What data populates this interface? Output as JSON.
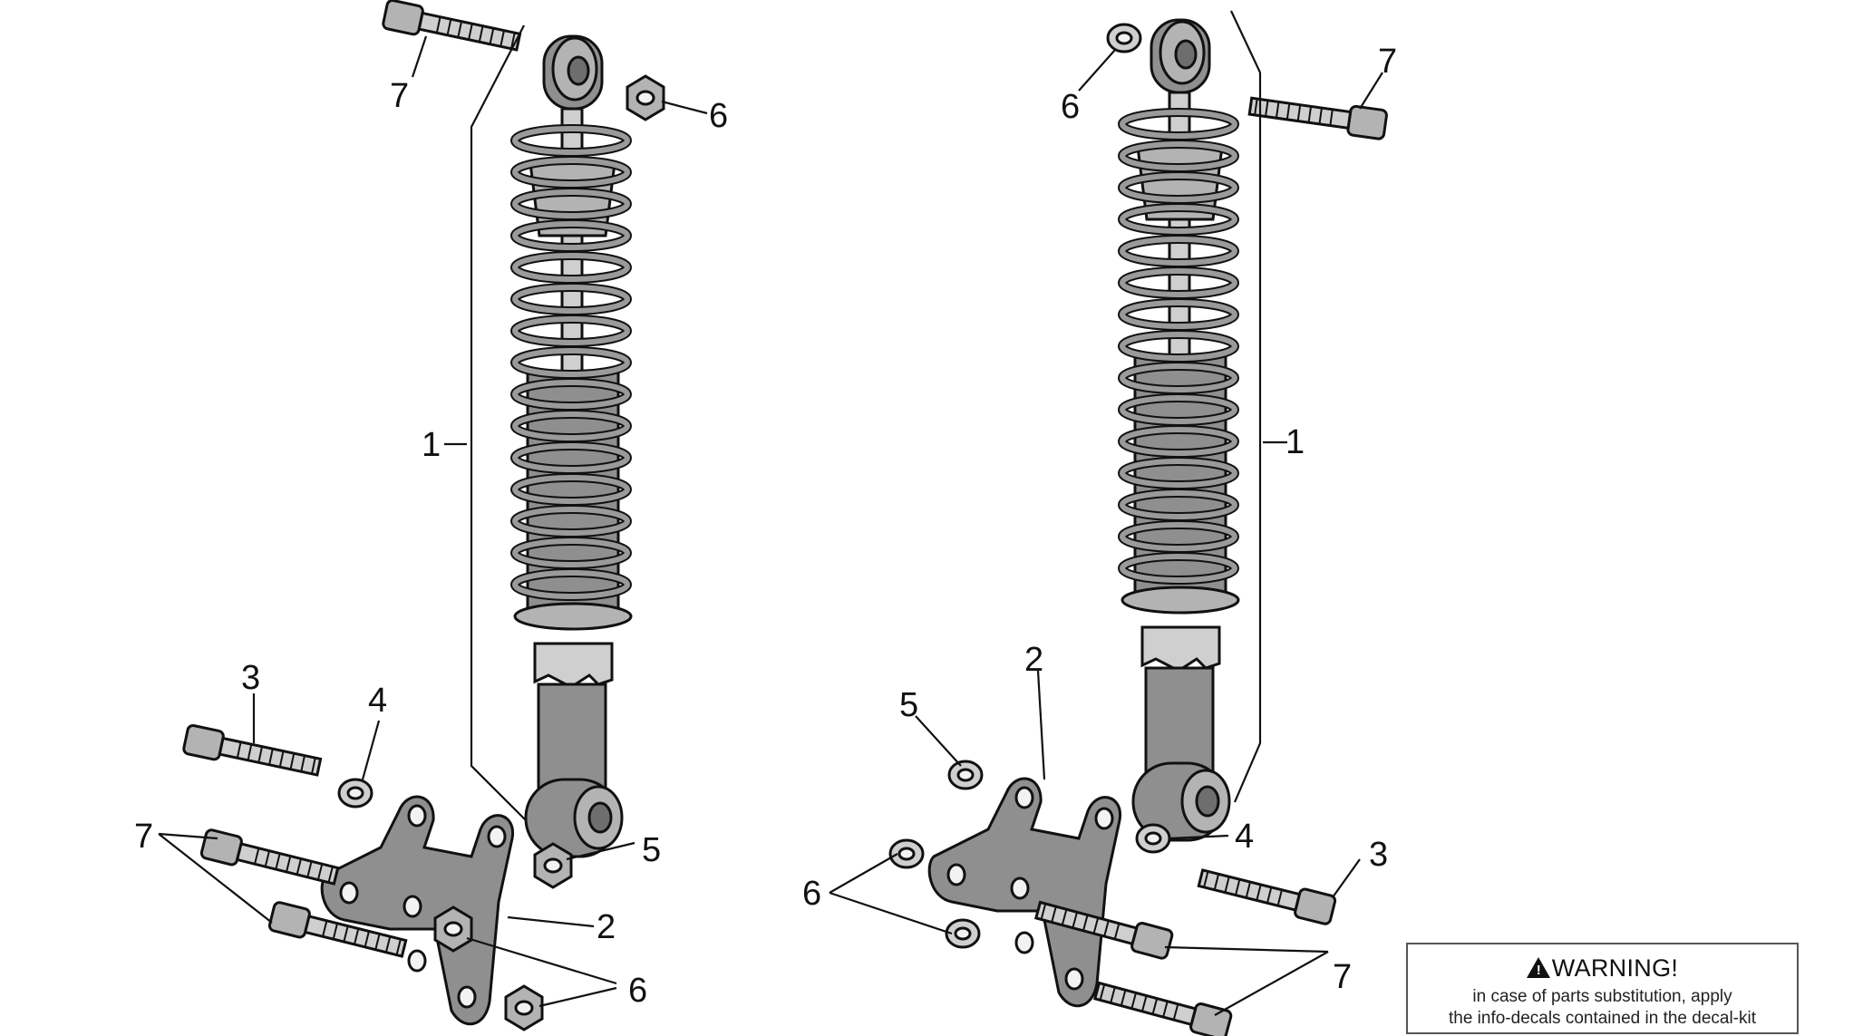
{
  "callouts": {
    "left": [
      "1",
      "2",
      "3",
      "4",
      "5",
      "6",
      "6",
      "7",
      "7"
    ],
    "right": [
      "1",
      "2",
      "3",
      "4",
      "5",
      "6",
      "6",
      "7",
      "7"
    ]
  },
  "warning": {
    "title": "WARNING!",
    "icon": "warning-triangle-icon",
    "line1": "in case of parts substitution, apply",
    "line2": "the info-decals contained in the decal-kit"
  },
  "colors": {
    "part_gray": "#8f8f8f",
    "dark_gray": "#6e6e6e",
    "line": "#111111"
  }
}
